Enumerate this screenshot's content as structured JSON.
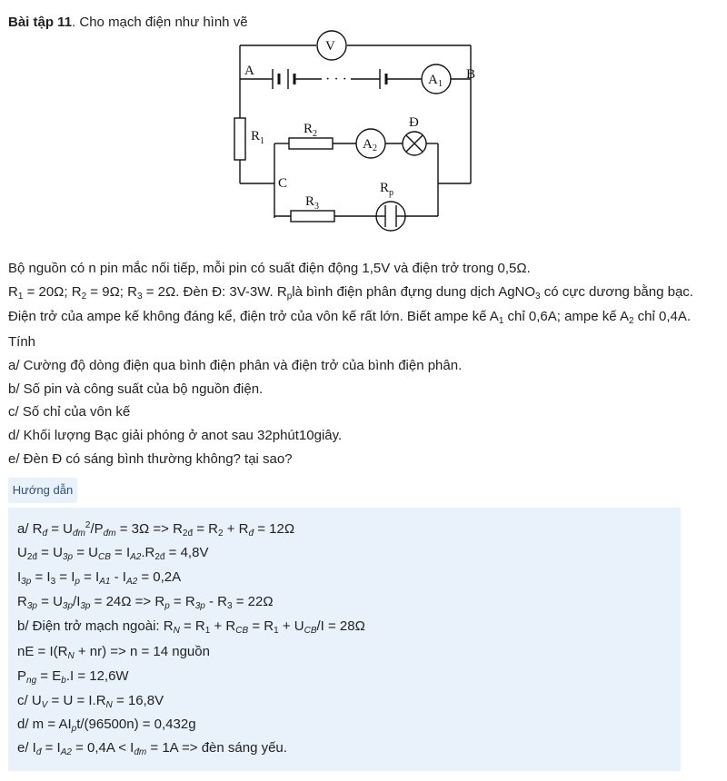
{
  "header": {
    "title_bold": "Bài tập 11",
    "title_rest": ". Cho mạch điện như hình vẽ"
  },
  "circuit": {
    "labels": {
      "V": "V",
      "A": "A",
      "B": "B",
      "A1": "A",
      "A1_sub": "1",
      "R1": "R",
      "R1_sub": "1",
      "R2": "R",
      "R2_sub": "2",
      "A2": "A",
      "A2_sub": "2",
      "D": "Đ",
      "C": "C",
      "R3": "R",
      "R3_sub": "3",
      "Rp": "R",
      "Rp_sub": "p",
      "dots": "· · ·"
    }
  },
  "problem": {
    "p1": "Bộ nguồn có n pin mắc nối tiếp, mỗi pin có suất điện động 1,5V và điện trở trong 0,5Ω.",
    "p2_a": "R",
    "p2_b": "1",
    "p2_c": " = 20Ω; R",
    "p2_d": "2",
    "p2_e": " = 9Ω; R",
    "p2_f": "3",
    "p2_g": " = 2Ω. Đèn Đ: 3V-3W. R",
    "p2_h": "p",
    "p2_i": "là bình điện phân đựng dung dịch AgNO",
    "p2_j": "3",
    "p2_k": " có cực dương bằng bạc.",
    "p3_a": "Điện trở của ampe kế không đáng kể, điện trở của vôn kế rất lớn. Biết ampe kế A",
    "p3_b": "1",
    "p3_c": " chỉ 0,6A; ampe kế A",
    "p3_d": "2",
    "p3_e": " chỉ 0,4A.",
    "p4": "Tính",
    "qa": "a/ Cường độ dòng điện qua bình điện phân và điện trở của bình điện phân.",
    "qb": "b/ Số pin và công suất của bộ nguồn điện.",
    "qc": "c/ Số chỉ của vôn kế",
    "qd": "d/ Khối lượng Bạc giải phóng ở anot sau 32phút10giây.",
    "qe": "e/ Đèn Đ có sáng bình thường không? tại sao?"
  },
  "guide_button": "Hướng dẫn",
  "answer": {
    "l1": [
      "a/ R",
      "đ",
      " = U",
      "đm",
      "2",
      "/P",
      "đm",
      " = 3Ω => R",
      "2đ",
      " = R",
      "2",
      " + R",
      "đ",
      " = 12Ω"
    ],
    "l2": [
      "U",
      "2đ",
      " = U",
      "3p",
      " = U",
      "CB",
      " = I",
      "A2",
      ".R",
      "2đ",
      " = 4,8V"
    ],
    "l3": [
      "I",
      "3p",
      " = I",
      "3",
      " = I",
      "p",
      " = I",
      "A1",
      " - I",
      "A2",
      " = 0,2A"
    ],
    "l4": [
      "R",
      "3p",
      " = U",
      "3p",
      "/I",
      "3p",
      " = 24Ω => R",
      "p",
      " = R",
      "3p",
      " - R",
      "3",
      " = 22Ω"
    ],
    "l5": [
      "b/ Điện trở mạch ngoài: R",
      "N",
      " = R",
      "1",
      " + R",
      "CB",
      " = R",
      "1",
      " + U",
      "CB",
      "/I = 28Ω"
    ],
    "l6": [
      "nE = I(R",
      "N",
      " + nr) => n = 14 nguồn"
    ],
    "l7": [
      "P",
      "ng",
      " = E",
      "b",
      ".I = 12,6W"
    ],
    "l8": [
      "c/ U",
      "V",
      " = U = I.R",
      "N",
      " = 16,8V"
    ],
    "l9": [
      "d/ m = AI",
      "p",
      "t/(96500n) = 0,432g"
    ],
    "l10": [
      "e/ I",
      "đ",
      " = I",
      "A2",
      " = 0,4A < I",
      "đm",
      " = 1A => đèn sáng yếu."
    ]
  }
}
